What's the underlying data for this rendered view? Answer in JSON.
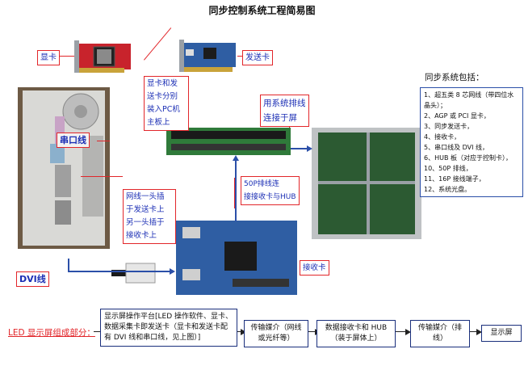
{
  "title": "同步控制系统工程简易图",
  "labels": {
    "graphics_card": "显卡",
    "sender_card": "发送卡",
    "install_note": [
      "显卡和发",
      "送卡分别",
      "装入PC机",
      "主板上"
    ],
    "serial_cable": "串口线",
    "cable_note": [
      "网线一头插",
      "于发送卡上",
      "另一头插于",
      "接收卡上"
    ],
    "dvi_cable": "DVI线",
    "ribbon_note": [
      "用系统排线",
      "连接于屏"
    ],
    "fifty_pin_note": [
      "50P排线连",
      "接接收卡与HUB"
    ],
    "receiver_card": "接收卡"
  },
  "system_list": {
    "heading": "同步系统包括：",
    "items": [
      "1、超五类 8 芯网线（带四位水晶头）；",
      "2、AGP 或 PCI 显卡，",
      "3、同步发送卡，",
      "4、接收卡，",
      "5、串口线及 DVI 线，",
      "6、HUB 板（对应于控制卡），",
      "10、50P 排线，",
      "11、16P 接线端子，",
      "12、系统光盘。"
    ]
  },
  "flow": {
    "label": "LED 显示屏组成部分：",
    "steps": [
      "显示屏操作平台[LED 操作软件、显卡、数据采集卡即发送卡（显卡和发送卡配有 DVI 线和串口线，见上图）]",
      "传输媒介（网线或光纤等）",
      "数据接收卡和 HUB（装于屏体上）",
      "传输媒介（排线）",
      "显示屏"
    ]
  },
  "colors": {
    "red": "#e2262a",
    "blue": "#2b4fa8",
    "navy": "#1a2f7c",
    "pcb_green": "#2f7a3a",
    "pcb_blue": "#2f5ea3"
  }
}
